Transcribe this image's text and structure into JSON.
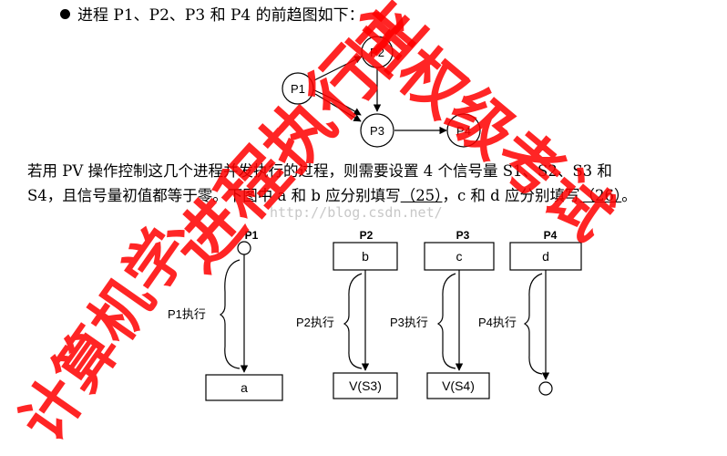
{
  "intro": {
    "text": "进程 P1、P2、P3 和 P4 的前趋图如下："
  },
  "graph": {
    "nodes": [
      "P1",
      "P2",
      "P3",
      "P4"
    ]
  },
  "para": {
    "l1": "若用 PV 操作控制这几个进程并发执行的过程，则需要设置 4 个信号量 S1、S2、S3 和",
    "l2a": "S4，且信号量初值都等于零。下图中 a 和 b 应分别填写",
    "b25": "（25）",
    "l2b": "，c 和 d 应分别填写",
    "b26": "（26）",
    "l2c": "。"
  },
  "diagram": {
    "p1": {
      "label": "P1",
      "exec": "P1执行",
      "bottom": "a"
    },
    "p2": {
      "label": "P2",
      "top": "b",
      "exec": "P2执行",
      "bottom": "V(S3)"
    },
    "p3": {
      "label": "P3",
      "top": "c",
      "exec": "P3执行",
      "bottom": "V(S4)"
    },
    "p4": {
      "label": "P4",
      "top": "d",
      "exec": "P4执行"
    }
  },
  "watermark": {
    "url": "http://blog.csdn.net/",
    "text1": "主权级考试",
    "text2": "进程执行主",
    "text3": "计算机学"
  },
  "colors": {
    "watermark": "#ff0000"
  }
}
